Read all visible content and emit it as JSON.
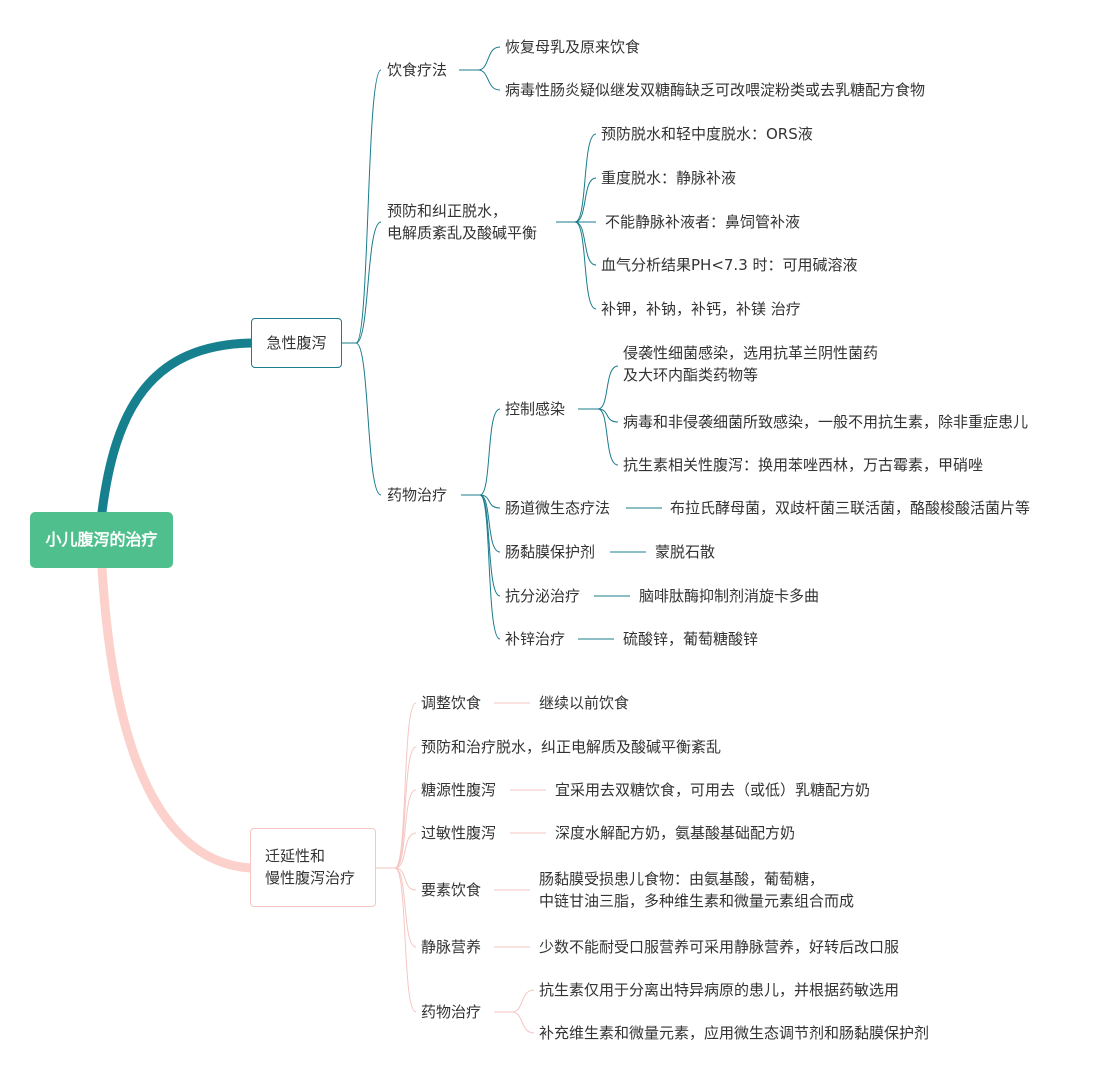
{
  "colors": {
    "root": "#4fc08d",
    "acute": "#17808f",
    "chronic": "#fcd0cb"
  },
  "root": "小儿腹泻的治疗",
  "acute": {
    "label": "急性腹泻",
    "diet": {
      "label": "饮食疗法",
      "items": [
        "恢复母乳及原来饮食",
        "病毒性肠炎疑似继发双糖酶缺乏可改喂淀粉类或去乳糖配方食物"
      ]
    },
    "dehydration": {
      "label": "预防和纠正脱水，\n电解质紊乱及酸碱平衡",
      "items": [
        "预防脱水和轻中度脱水：ORS液",
        "重度脱水：静脉补液",
        "不能静脉补液者：鼻饲管补液",
        "血气分析结果PH<7.3 时：可用碱溶液",
        "补钾，补钠，补钙，补镁 治疗"
      ]
    },
    "drug": {
      "label": "药物治疗",
      "infection": {
        "label": "控制感染",
        "items": [
          "侵袭性细菌感染，选用抗革兰阴性菌药\n及大环内酯类药物等",
          "病毒和非侵袭细菌所致感染，一般不用抗生素，除非重症患儿",
          "抗生素相关性腹泻：换用苯唑西林，万古霉素，甲硝唑"
        ]
      },
      "probiotic": {
        "label": "肠道微生态疗法",
        "item": "布拉氏酵母菌，双歧杆菌三联活菌，酪酸梭酸活菌片等"
      },
      "mucosa": {
        "label": "肠黏膜保护剂",
        "item": "蒙脱石散"
      },
      "antisecretory": {
        "label": "抗分泌治疗",
        "item": "脑啡肽酶抑制剂消旋卡多曲"
      },
      "zinc": {
        "label": "补锌治疗",
        "item": "硫酸锌，葡萄糖酸锌"
      }
    }
  },
  "chronic": {
    "label": "迁延性和\n慢性腹泻治疗",
    "adjust": {
      "label": "调整饮食",
      "item": "继续以前饮食"
    },
    "prevent": {
      "label": "预防和治疗脱水，纠正电解质及酸碱平衡紊乱"
    },
    "sugar": {
      "label": "糖源性腹泻",
      "item": "宜采用去双糖饮食，可用去（或低）乳糖配方奶"
    },
    "allergy": {
      "label": "过敏性腹泻",
      "item": "深度水解配方奶，氨基酸基础配方奶"
    },
    "elemental": {
      "label": "要素饮食",
      "item": "肠黏膜受损患儿食物：由氨基酸，葡萄糖，\n中链甘油三脂，多种维生素和微量元素组合而成"
    },
    "iv": {
      "label": "静脉营养",
      "item": "少数不能耐受口服营养可采用静脉营养，好转后改口服"
    },
    "drug": {
      "label": "药物治疗",
      "items": [
        "抗生素仅用于分离出特异病原的患儿，并根据药敏选用",
        "补充维生素和微量元素，应用微生态调节剂和肠黏膜保护剂"
      ]
    }
  }
}
